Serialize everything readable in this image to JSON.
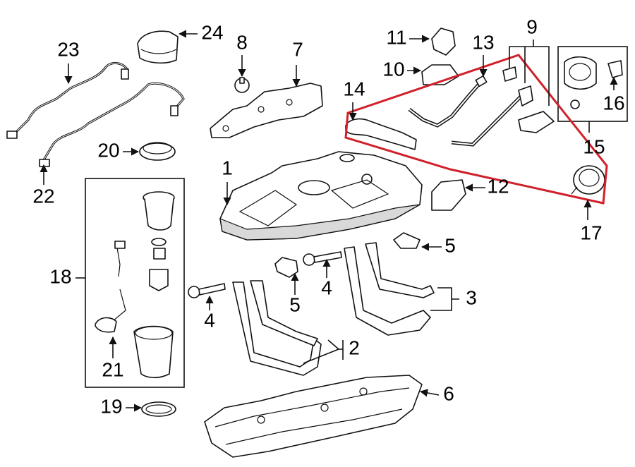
{
  "callouts": {
    "c1": "1",
    "c2": "2",
    "c3": "3",
    "c4a": "4",
    "c4b": "4",
    "c5a": "5",
    "c5b": "5",
    "c6": "6",
    "c7": "7",
    "c8": "8",
    "c9": "9",
    "c10": "10",
    "c11": "11",
    "c12": "12",
    "c13": "13",
    "c14": "14",
    "c15": "15",
    "c16": "16",
    "c17": "17",
    "c18": "18",
    "c19": "19",
    "c20": "20",
    "c21": "21",
    "c22": "22",
    "c23": "23",
    "c24": "24"
  },
  "colors": {
    "highlight": "#d0202a",
    "line": "#111111",
    "background": "#ffffff"
  }
}
